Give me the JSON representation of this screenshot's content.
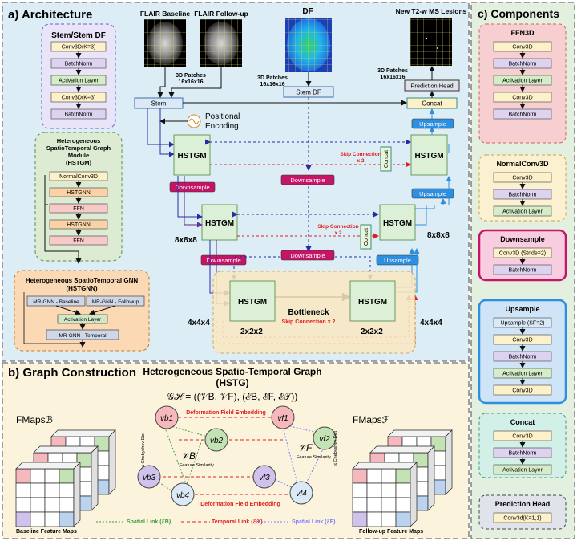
{
  "panels": {
    "a_title": "a) Architecture",
    "b_title": "b) Graph Construction",
    "c_title": "c) Components"
  },
  "stem_box": {
    "title": "Stem/Stem DF",
    "layers": [
      "Conv3D(K=3)",
      "BatchNorm",
      "Activation Layer",
      "Conv3D(K=3)",
      "BatchNorm"
    ]
  },
  "hstgm_box": {
    "title_lines": [
      "Heterogeneous",
      "SpatioTemporal Graph",
      "Module",
      "(HSTGM)"
    ],
    "layers": [
      "NormalConv3D",
      "HSTGNN",
      "FFN",
      "HSTGNN",
      "FFN"
    ]
  },
  "hstgnn_box": {
    "title_lines": [
      "Heterogeneous SpatioTemporal GNN",
      "(HSTGNN)"
    ],
    "baseline": "MR-GNN - Baseline",
    "followup": "MR-GNN - Followup",
    "activation": "Activation Layer",
    "temporal": "MR-GNN - Temporal"
  },
  "images": {
    "flair_baseline": "FLAIR Baseline",
    "flair_followup": "FLAIR Follow-up",
    "df": "DF",
    "lesions": "New T2-w MS Lesions"
  },
  "patches_labels": [
    "3D Patches",
    "16x16x16"
  ],
  "arch": {
    "stem": "Stem",
    "stem_df": "Stem DF",
    "positional": [
      "Positional",
      "Encoding"
    ],
    "concat": "Concat",
    "prediction_head": "Prediction Head",
    "upsample": "Upsample",
    "downsample": "Downsample",
    "hstgm": "HSTGM",
    "bottleneck": "Bottleneck",
    "skip_x2": [
      "Skip Connection",
      "x 2"
    ],
    "skip_bottleneck": "Skip Connection x 2",
    "size_8": "8x8x8",
    "size_4": "4x4x4",
    "size_2": "2x2x2"
  },
  "graph": {
    "title_lines": [
      "Heterogeneous Spatio-Temporal Graph",
      "(HSTG)"
    ],
    "formula": "𝒢ℋ = ((𝒱B, 𝒱F), (ℰB, ℰF, ℰ𝒯))",
    "fmaps_b": "FMapsℬ",
    "fmaps_f": "FMapsℱ",
    "baseline_maps": "Baseline Feature Maps",
    "followup_maps": "Follow-up Feature Maps",
    "nodes_b": [
      "vb1",
      "vb2",
      "vb3",
      "vb4"
    ],
    "nodes_f": [
      "vf1",
      "vf2",
      "vf3",
      "vf4"
    ],
    "set_b": "𝒱B",
    "set_f": "𝒱F",
    "feature_similarity": "Feature Similarity",
    "chebyshev": "≤ Chebyshev Dist",
    "df_embedding": "Deformation Field Embedding",
    "legend": {
      "spatial_b": "Spatial Link (ℰB)",
      "temporal": "Temporal Link (ℰ𝒯)",
      "spatial_f": "Spatial Link (ℰF)"
    }
  },
  "components": {
    "ffn": {
      "title": "FFN3D",
      "layers": [
        "Conv3D",
        "BatchNorm",
        "Activation Layer",
        "Conv3D",
        "BatchNorm"
      ]
    },
    "normal": {
      "title": "NormalConv3D",
      "layers": [
        "Conv3D",
        "BatchNorm",
        "Activation Layer"
      ]
    },
    "down": {
      "title": "Downsample",
      "layers": [
        "Conv3D (Stride=2)",
        "BatchNorm"
      ]
    },
    "up": {
      "title": "Upsample",
      "layers": [
        "Upsample (SF=2)",
        "Conv3D",
        "BatchNorm",
        "Activation Layer",
        "Conv3D"
      ]
    },
    "concat": {
      "title": "Concat",
      "layers": [
        "Conv3D",
        "BatchNorm",
        "Activation Layer"
      ]
    },
    "pred": {
      "title": "Prediction Head",
      "layers": [
        "Conv3d(K=1,1)"
      ]
    }
  },
  "colors": {
    "panel_a": "#dcedf5",
    "panel_b": "#fbf3dc",
    "panel_c": "#e4f0df",
    "hstgm": "#dcefd7",
    "downsample": "#c41566",
    "upsample": "#2e8ee0",
    "skip": "#e02020",
    "spatial_b": "#3aa03a",
    "spatial_f": "#7c7cff"
  }
}
